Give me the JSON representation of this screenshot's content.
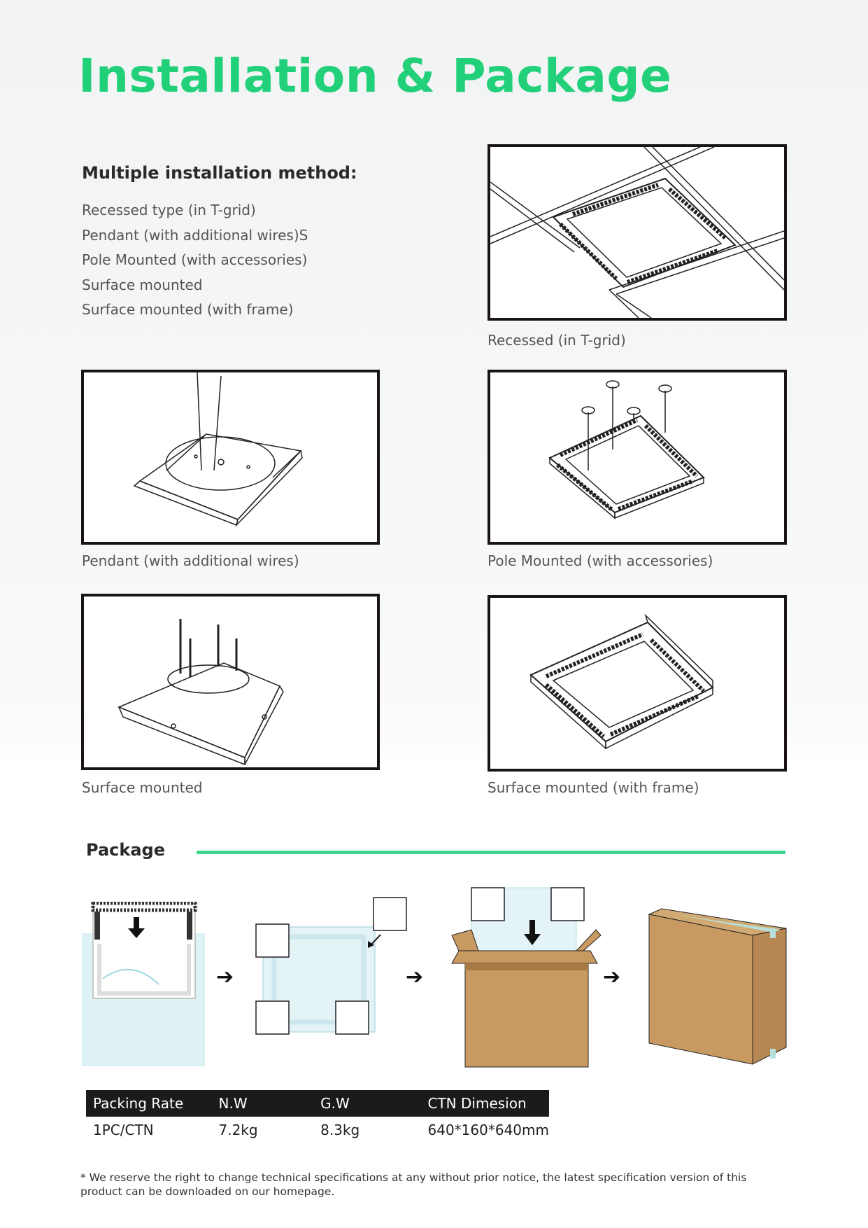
{
  "title": "Installation & Package",
  "methods": {
    "heading": "Multiple installation method:",
    "items": [
      "Recessed type (in T-grid)",
      "Pendant (with additional wires)S",
      "Pole Mounted (with accessories)",
      "Surface mounted",
      "Surface mounted (with frame)"
    ]
  },
  "figures": {
    "recessed": "Recessed  (in T-grid)",
    "pendant": "Pendant (with additional wires)",
    "pole": "Pole Mounted (with accessories)",
    "surface": "Surface mounted",
    "surface_frame": "Surface mounted (with frame)"
  },
  "package": {
    "heading": "Package",
    "steps": [
      "panel-into-bag",
      "corner-protectors",
      "into-carton",
      "sealed-carton"
    ],
    "table": {
      "headers": [
        "Packing Rate",
        "N.W",
        "G.W",
        "CTN Dimesion"
      ],
      "row": [
        "1PC/CTN",
        "7.2kg",
        "8.3kg",
        "640*160*640mm"
      ]
    }
  },
  "colors": {
    "title": "#22d07a",
    "accent_line": "#3bd68b",
    "carton": "#c89a62",
    "table_header": "#1b1b1b"
  },
  "footnote": "* We reserve the right to change technical specifications at any without prior notice, the latest specification version of this product can be downloaded on our homepage."
}
